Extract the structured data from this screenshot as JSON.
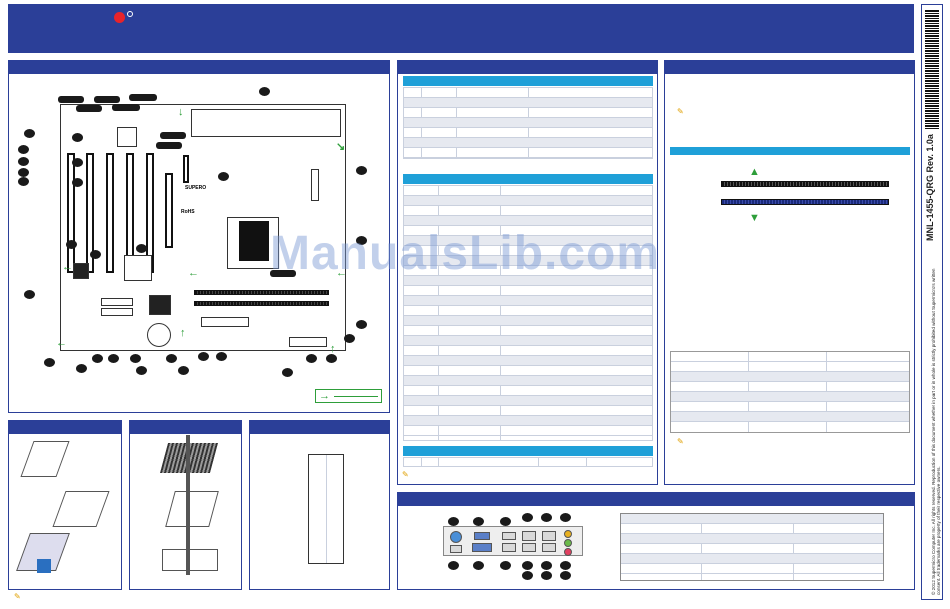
{
  "header": {
    "brand_color": "#2b3f98",
    "accent_color": "#1fa0d8",
    "logo_dot_color": "#e8232a"
  },
  "sidebar": {
    "doc_id": "MNL-1455-QRG Rev. 1.0a",
    "copyright": "© 2012 Supermicro Computer Inc. All rights reserved. Reproduction of this document whether in part or in whole is strictly prohibited without Supermicro's written consent. All trademarks are property of their respective owners."
  },
  "board": {
    "brand_label": "SUPERO",
    "rohs_label": "RoHS",
    "legend_icon": "green-arrow-icon"
  },
  "watermark": "ManualsLib.com",
  "note_icon": "pencil-icon"
}
